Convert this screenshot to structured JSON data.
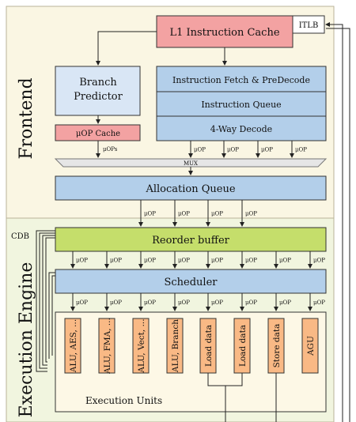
{
  "sections": {
    "frontend": "Frontend",
    "execution": "Execution Engine"
  },
  "blocks": {
    "l1_icache": "L1 Instruction Cache",
    "itlb": "ITLB",
    "branch_predictor_line1": "Branch",
    "branch_predictor_line2": "Predictor",
    "uop_cache": "μOP Cache",
    "fetch": "Instruction Fetch & PreDecode",
    "iqueue": "Instruction Queue",
    "decode": "4-Way Decode",
    "mux": "MUX",
    "alloc_queue": "Allocation Queue",
    "cdb": "CDB",
    "rob": "Reorder buffer",
    "scheduler": "Scheduler",
    "exec_units": "Execution Units"
  },
  "labels": {
    "uops": "μOPs",
    "uop": "μOP"
  },
  "units": [
    "ALU, AES, ...",
    "ALU, FMA, ...",
    "ALU, Vect, ...",
    "ALU, Branch",
    "Load data",
    "Load data",
    "Store data",
    "AGU"
  ],
  "colors": {
    "frontend_bg": "#faf6e3",
    "execution_bg": "#f1f5df",
    "cache_red": "#f3a2a2",
    "blue_fill": "#b3cfea",
    "light_blue": "#d9e6f5",
    "rob_green": "#c5de6b",
    "orange": "#f9b985",
    "exec_fill": "#fdf8e6"
  }
}
